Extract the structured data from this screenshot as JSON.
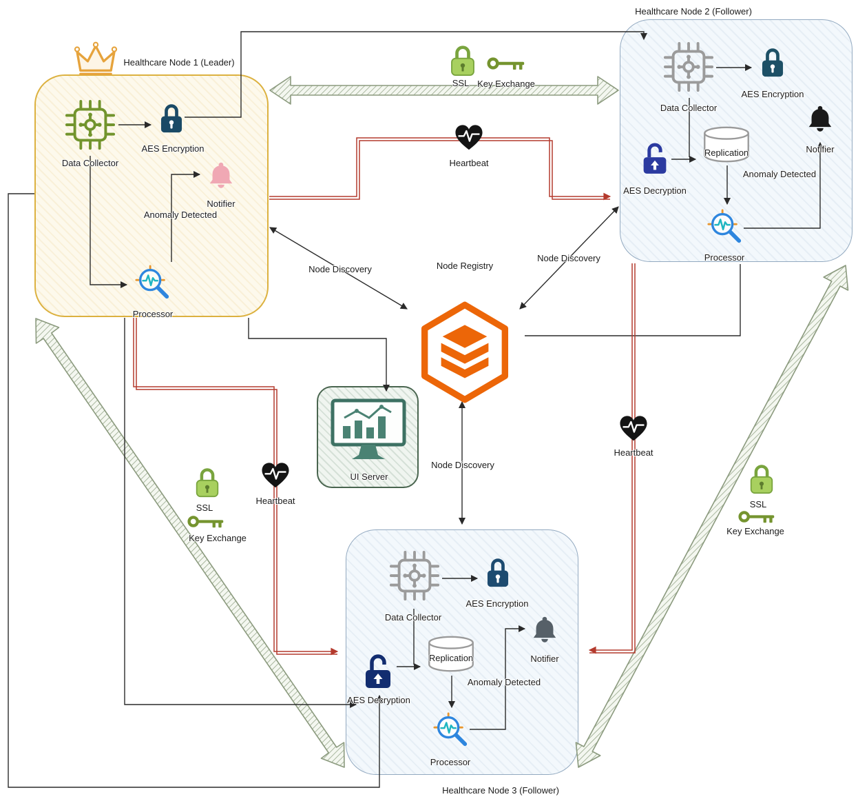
{
  "nodes": {
    "node1": {
      "title": "Healthcare Node 1 (Leader)",
      "labels": {
        "data_collector": "Data Collector",
        "aes_encryption": "AES Encryption",
        "notifier": "Notifier",
        "anomaly": "Anomaly Detected",
        "processor": "Processor"
      }
    },
    "node2": {
      "title": "Healthcare Node 2 (Follower)",
      "labels": {
        "data_collector": "Data Collector",
        "aes_encryption": "AES Encryption",
        "replication": "Replication",
        "notifier": "Notifier",
        "anomaly": "Anomaly Detected",
        "aes_decryption": "AES Decryption",
        "processor": "Processor"
      }
    },
    "node3": {
      "title": "Healthcare Node 3 (Follower)",
      "labels": {
        "data_collector": "Data Collector",
        "aes_encryption": "AES Encryption",
        "replication": "Replication",
        "notifier": "Notifier",
        "anomaly": "Anomaly Detected",
        "aes_decryption": "AES Decryption",
        "processor": "Processor"
      }
    }
  },
  "registry": {
    "label": "Node Registry"
  },
  "ui_server": {
    "label": "UI Server"
  },
  "connections": {
    "heartbeat_top": "Heartbeat",
    "heartbeat_left": "Heartbeat",
    "heartbeat_right": "Heartbeat",
    "ssl_top": "SSL",
    "key_exchange_top": "Key Exchange",
    "ssl_left": "SSL",
    "key_exchange_left": "Key Exchange",
    "ssl_right": "SSL",
    "key_exchange_right": "Key Exchange",
    "node_discovery_left": "Node Discovery",
    "node_discovery_right": "Node Discovery",
    "node_discovery_bottom": "Node Discovery"
  },
  "colors": {
    "leader_border": "#dcb13f",
    "follower_border": "#92a9c0",
    "registry_orange": "#ec6608",
    "heartbeat_red": "#b43a2d",
    "ssl_green": "#a8d05f",
    "key_green": "#75942f",
    "ui_server_green": "#4a8273",
    "leader_chip_green": "#72942d",
    "lock_navy": "#1a4a66",
    "unlock_blue": "#2b3aa0"
  }
}
